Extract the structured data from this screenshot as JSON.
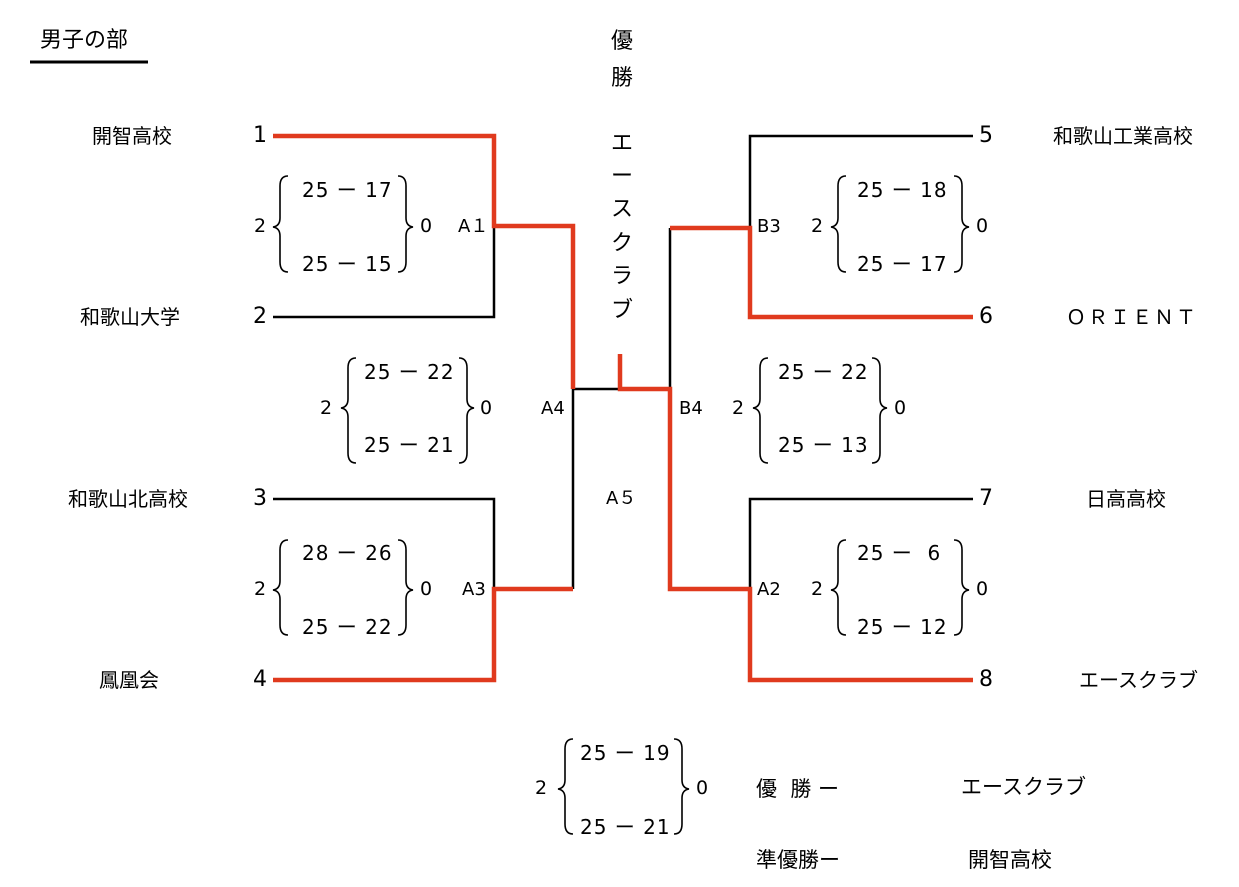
{
  "title": "男子の部",
  "champion_heading": [
    "優",
    "勝"
  ],
  "champion_vertical": [
    "エ",
    "ー",
    "ス",
    "ク",
    "ラ",
    "ブ"
  ],
  "teams_left": [
    {
      "seed": "1",
      "name": "開智高校"
    },
    {
      "seed": "2",
      "name": "和歌山大学"
    },
    {
      "seed": "3",
      "name": "和歌山北高校"
    },
    {
      "seed": "4",
      "name": "鳳凰会"
    }
  ],
  "teams_right": [
    {
      "seed": "5",
      "name": "和歌山工業高校"
    },
    {
      "seed": "6",
      "name": "ＯＲＩＥＮＴ"
    },
    {
      "seed": "7",
      "name": "日高高校"
    },
    {
      "seed": "8",
      "name": "エースクラブ"
    }
  ],
  "matches": {
    "a1": {
      "label": "A１",
      "left_sets": "2",
      "right_sets": "0",
      "games": [
        "25 ー 17",
        "25 ー 15"
      ]
    },
    "a3": {
      "label": "A3",
      "left_sets": "2",
      "right_sets": "0",
      "games": [
        "28 ー 26",
        "25 ー 22"
      ]
    },
    "a4": {
      "label": "A4",
      "left_sets": "2",
      "right_sets": "0",
      "games": [
        "25 ー 22",
        "25 ー 21"
      ]
    },
    "b3": {
      "label": "B3",
      "left_sets": "2",
      "right_sets": "0",
      "games": [
        "25 ー 18",
        "25 ー 17"
      ]
    },
    "b4": {
      "label": "B4",
      "left_sets": "2",
      "right_sets": "0",
      "games": [
        "25 ー 22",
        "25 ー 13"
      ]
    },
    "a2": {
      "label": "A2",
      "left_sets": "2",
      "right_sets": "0",
      "games": [
        "25 ー  6",
        "25 ー 12"
      ]
    },
    "a5": {
      "label": "A５",
      "left_sets": "2",
      "right_sets": "0",
      "games": [
        "25 ー 19",
        "25 ー 21"
      ]
    }
  },
  "results": {
    "winner_label": "優  勝 ー",
    "winner_name": "エースクラブ",
    "runnerup_label": "準優勝ー",
    "runnerup_name": "開智高校"
  },
  "colors": {
    "win_line": "#e03a1e",
    "line": "#000000"
  }
}
